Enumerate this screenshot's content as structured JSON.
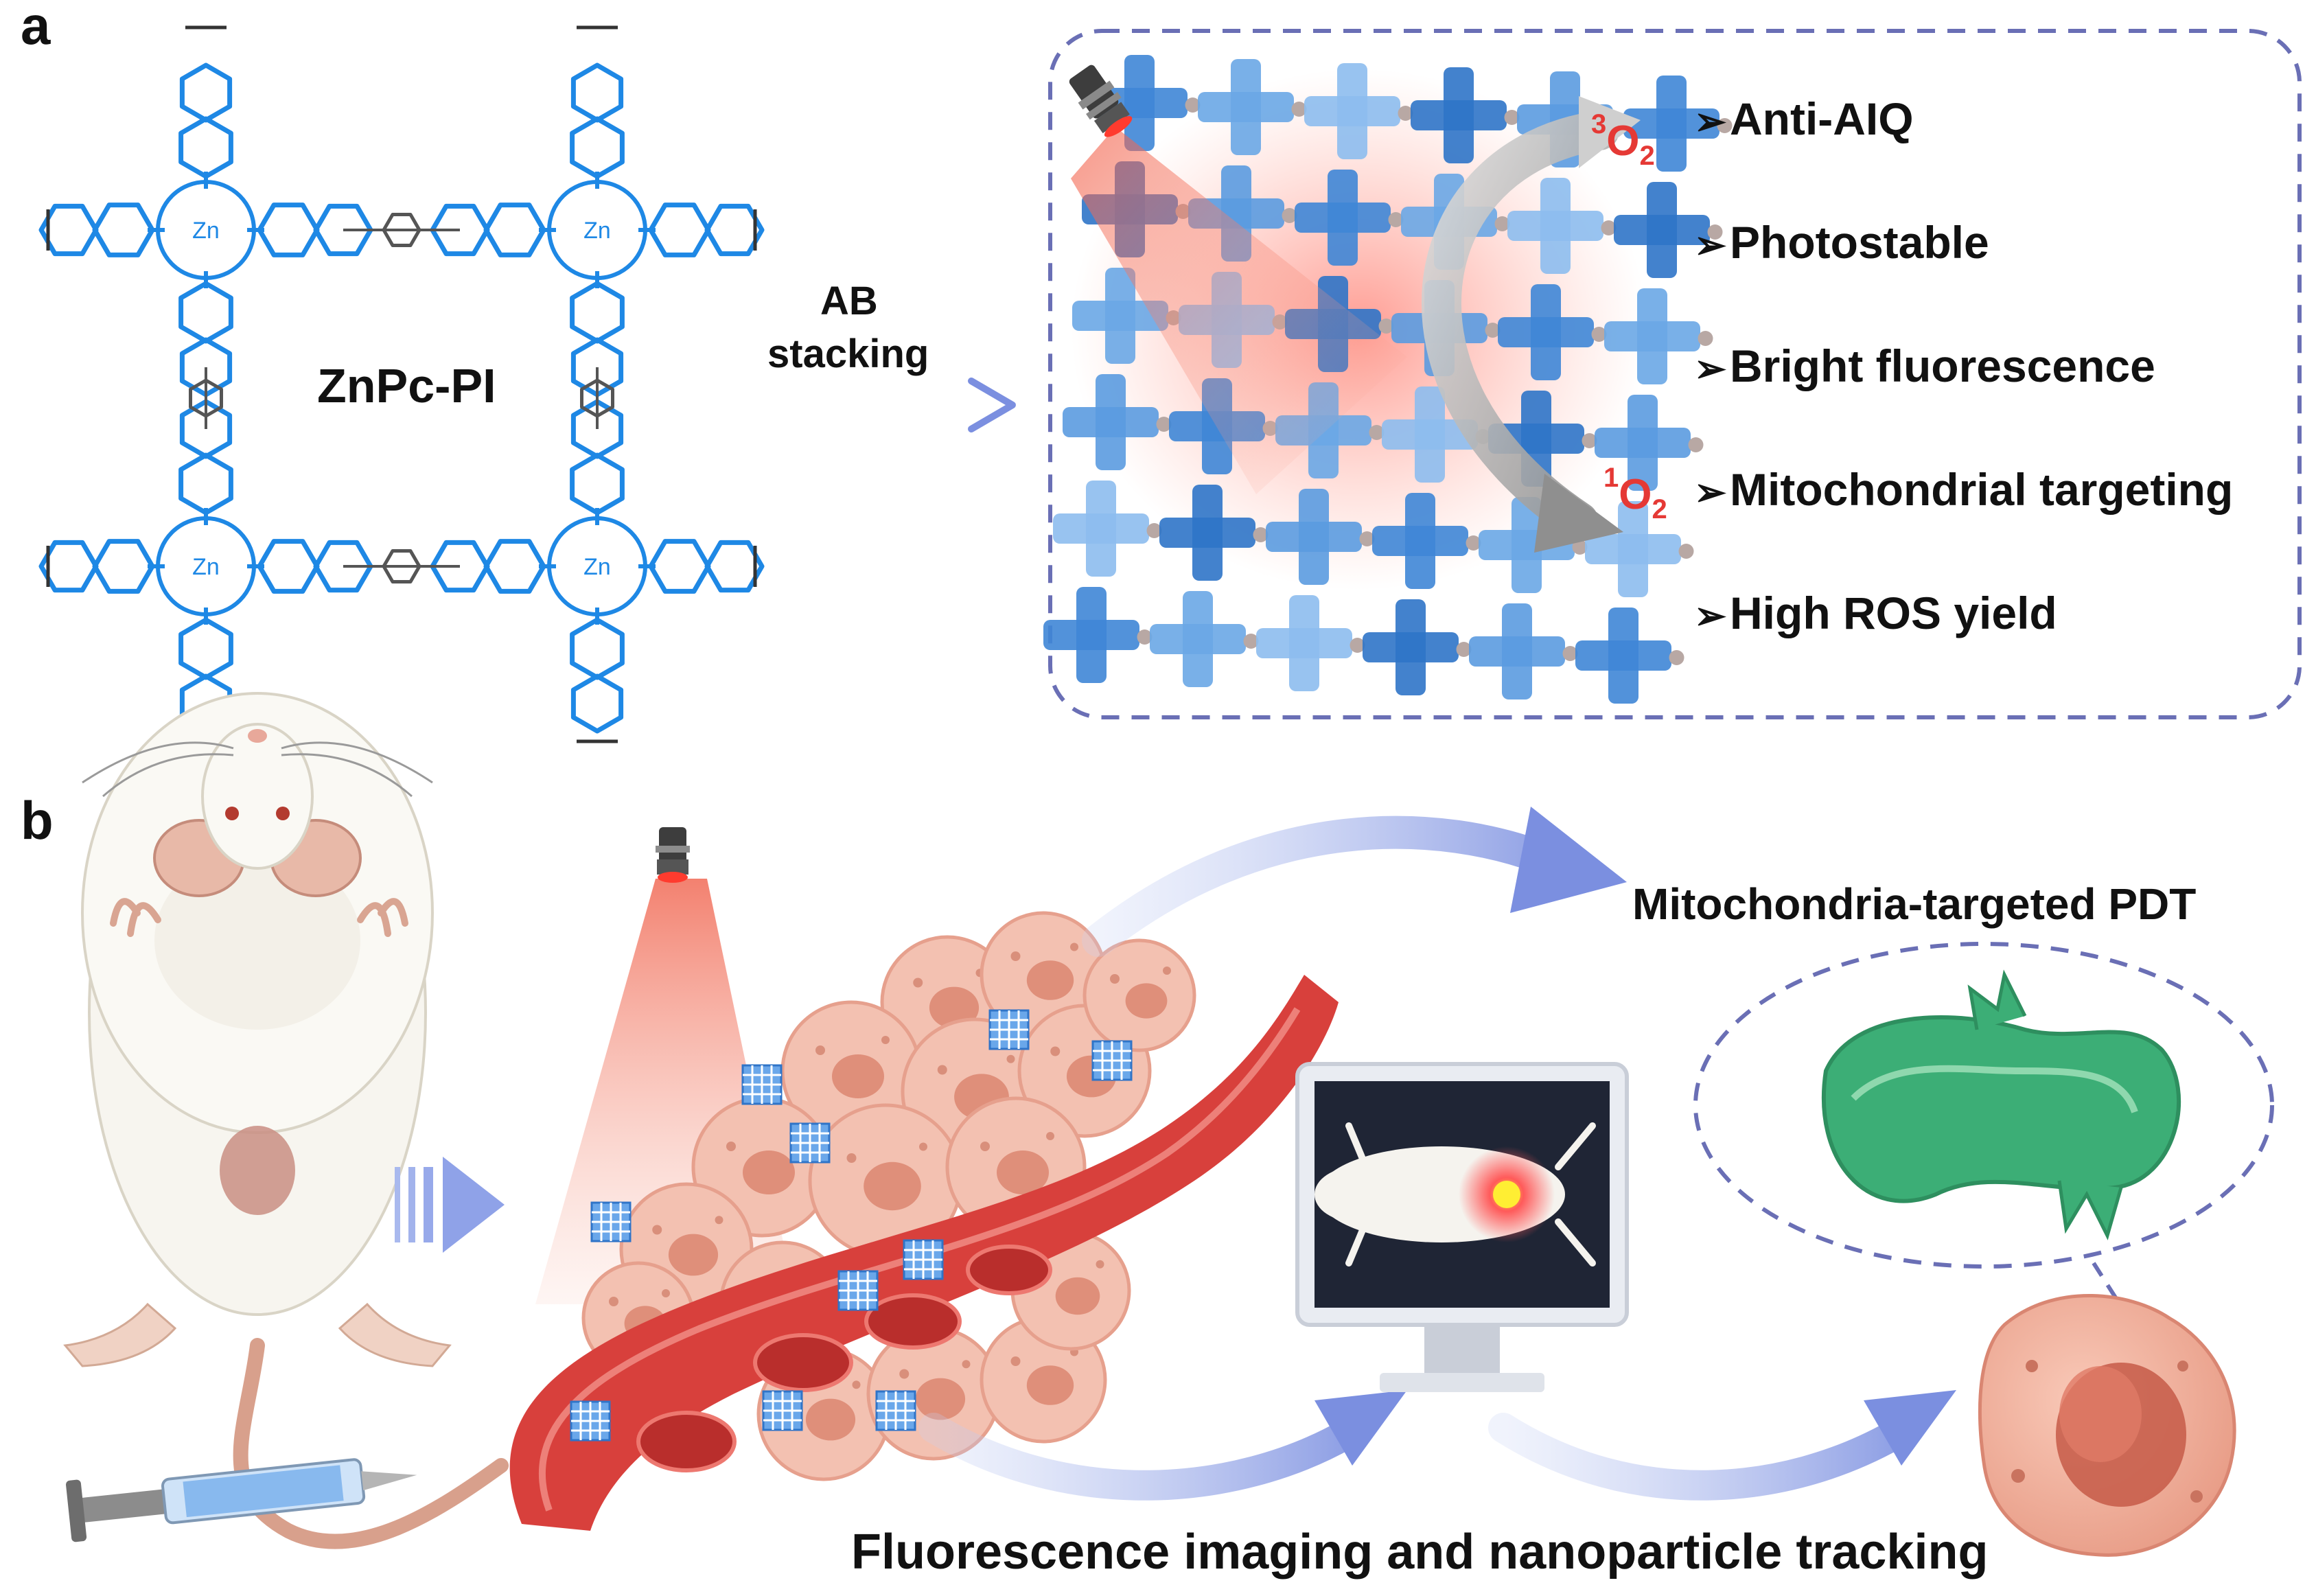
{
  "panel_a": {
    "letter": "a",
    "compound_label": "ZnPc-PI",
    "arrow_label_line1": "AB",
    "arrow_label_line2": "stacking",
    "triplet_oxygen": {
      "sup": "3",
      "base": "O",
      "sub": "2"
    },
    "singlet_oxygen": {
      "sup": "1",
      "base": "O",
      "sub": "2"
    },
    "bullet_glyph": "➢",
    "features": [
      "Anti-AIQ",
      "Photostable",
      "Bright fluorescence",
      "Mitochondrial targeting",
      "High ROS yield"
    ]
  },
  "panel_b": {
    "letter": "b",
    "pdt_label": "Mitochondria-targeted PDT",
    "imaging_label": "Fluorescence imaging and nanoparticle tracking"
  },
  "colors": {
    "molecule_blue": "#1e88e5",
    "framework_blue": "#4a90d9",
    "dashed_frame": "#6a6fb5",
    "oxygen_red": "#e53935",
    "tumor_pink": "#f0b3a0",
    "vessel_red": "#d8403c",
    "mitochondria_green": "#3cae76",
    "arrow_blue": "#8fa7e8"
  }
}
